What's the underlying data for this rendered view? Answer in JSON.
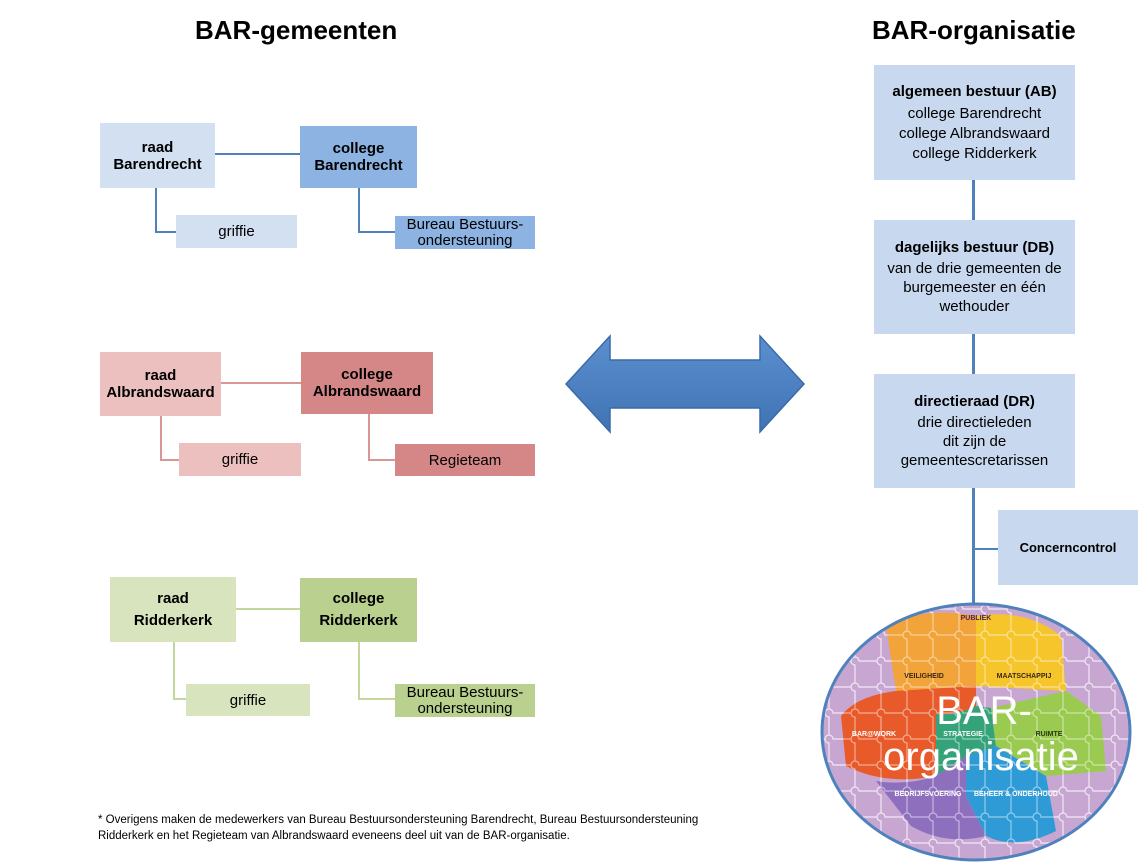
{
  "left": {
    "title": "BAR-gemeenten",
    "barendrecht": {
      "raad": [
        "raad",
        "Barendrecht"
      ],
      "college": [
        "college",
        "Barendrecht"
      ],
      "griffie": "griffie",
      "support": [
        "Bureau Bestuurs-",
        "ondersteuning"
      ]
    },
    "albrandswaard": {
      "raad": [
        "raad",
        "Albrandswaard"
      ],
      "college": [
        "college",
        "Albrandswaard"
      ],
      "griffie": "griffie",
      "support": "Regieteam"
    },
    "ridderkerk": {
      "raad": [
        "raad",
        "Ridderkerk"
      ],
      "college": [
        "college",
        "Ridderkerk"
      ],
      "griffie": "griffie",
      "support": [
        "Bureau Bestuurs-",
        "ondersteuning"
      ]
    }
  },
  "right": {
    "title": "BAR-organisatie",
    "ab": {
      "heading": "algemeen bestuur (AB)",
      "lines": [
        "college Barendrecht",
        "college Albrandswaard",
        "college Ridderkerk"
      ]
    },
    "db": {
      "heading": "dagelijks bestuur (DB)",
      "lines": [
        "van de drie gemeenten de",
        "burgemeester en één",
        "wethouder"
      ]
    },
    "dr": {
      "heading": "directieraad (DR)",
      "lines": [
        "drie directieleden",
        "dit zijn de",
        "gemeentescretarissen"
      ]
    },
    "concerncontrol": "Concerncontrol",
    "puzzle": {
      "big_text": [
        "BAR-",
        "organisatie"
      ],
      "pieces": [
        "PUBLIEK",
        "VEILIGHEID",
        "MAATSCHAPPIJ",
        "BAR@WORK",
        "STRATEGIE",
        "RUIMTE",
        "BEHEER & ONDERHOUD",
        "BEDRIJFSVOERING"
      ]
    }
  },
  "footnote": [
    "* Overigens maken de medewerkers van Bureau Bestuursondersteuning Barendrecht, Bureau Bestuursondersteuning",
    "Ridderkerk en het Regieteam van Albrandswaard eveneens deel uit van de BAR-organisatie."
  ],
  "colors": {
    "blue_light": "#d3e0f1",
    "blue_dark": "#8db3e2",
    "blue_line": "#4f81bd",
    "red_light": "#ecc0bf",
    "red_dark": "#d48786",
    "red_line": "#d99694",
    "green_light": "#d7e4bd",
    "green_dark": "#b9d08f",
    "green_line": "#c3d69b",
    "org_box": "#c7d8ef",
    "arrow": "#4f81bd"
  }
}
